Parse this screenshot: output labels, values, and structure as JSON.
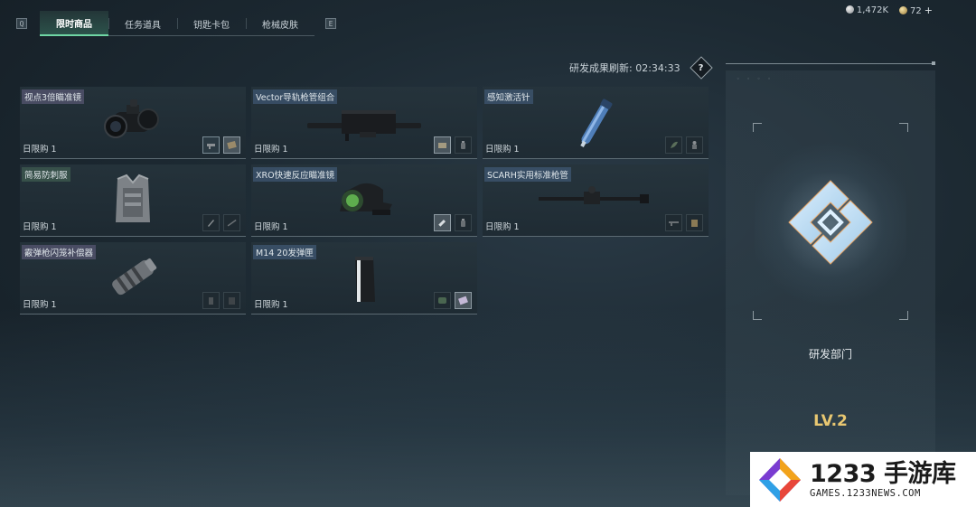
{
  "tabbar": {
    "key_left": "Q",
    "key_right": "E",
    "tabs": [
      {
        "label": "限时商品",
        "active": true
      },
      {
        "label": "任务道具",
        "active": false
      },
      {
        "label": "钥匙卡包",
        "active": false
      },
      {
        "label": "枪械皮肤",
        "active": false
      }
    ]
  },
  "currency": {
    "silver": "1,472K",
    "gold": "72",
    "plus": "+"
  },
  "refresh": {
    "label": "研发成果刷新: ",
    "time": "02:34:33",
    "help": "?"
  },
  "items": [
    {
      "name": "视点3倍瞄准镜",
      "limit": "日限购 1",
      "tone": "purple",
      "icon": "scope-icon",
      "slots": [
        "gun-part-icon",
        "card-icon"
      ]
    },
    {
      "name": "Vector导轨枪管组合",
      "limit": "日限购 1",
      "tone": "blue",
      "icon": "barrel-icon",
      "slots": [
        "box-icon",
        "bottle-icon"
      ]
    },
    {
      "name": "感知激活针",
      "limit": "日限购 1",
      "tone": "blue",
      "icon": "syringe-icon",
      "slots": [
        "leaf-icon",
        "figure-icon"
      ]
    },
    {
      "name": "简易防刺服",
      "limit": "日限购 1",
      "tone": "green",
      "icon": "vest-icon",
      "slots": [
        "knife-icon",
        "rod-icon"
      ]
    },
    {
      "name": "XRO快速反应瞄准镜",
      "limit": "日限购 1",
      "tone": "blue",
      "icon": "redDot-icon",
      "slots": [
        "flashlight-icon",
        "bottle-icon"
      ]
    },
    {
      "name": "SCARH实用标准枪管",
      "limit": "日限购 1",
      "tone": "blue",
      "icon": "longBarrel-icon",
      "slots": [
        "rifle-icon",
        "box-icon"
      ]
    },
    {
      "name": "霰弹枪闪笼补偿器",
      "limit": "日限购 1",
      "tone": "purple",
      "icon": "muzzle-icon",
      "slots": [
        "cup-icon",
        "bag-icon"
      ]
    },
    {
      "name": "M14 20发弹匣",
      "limit": "日限购 1",
      "tone": "blue",
      "icon": "magazine-icon",
      "slots": [
        "pouch-icon",
        "cardPurple-icon"
      ]
    }
  ],
  "department": {
    "name": "研发部门",
    "level": "LV.2",
    "dots": "◦ ◦ ◦ ◦"
  },
  "watermark": {
    "big": "1233 手游库",
    "small": "GAMES.1233NEWS.COM"
  },
  "colors": {
    "accent_tab": "#6fd6a4",
    "level_gold": "#e8c771"
  }
}
